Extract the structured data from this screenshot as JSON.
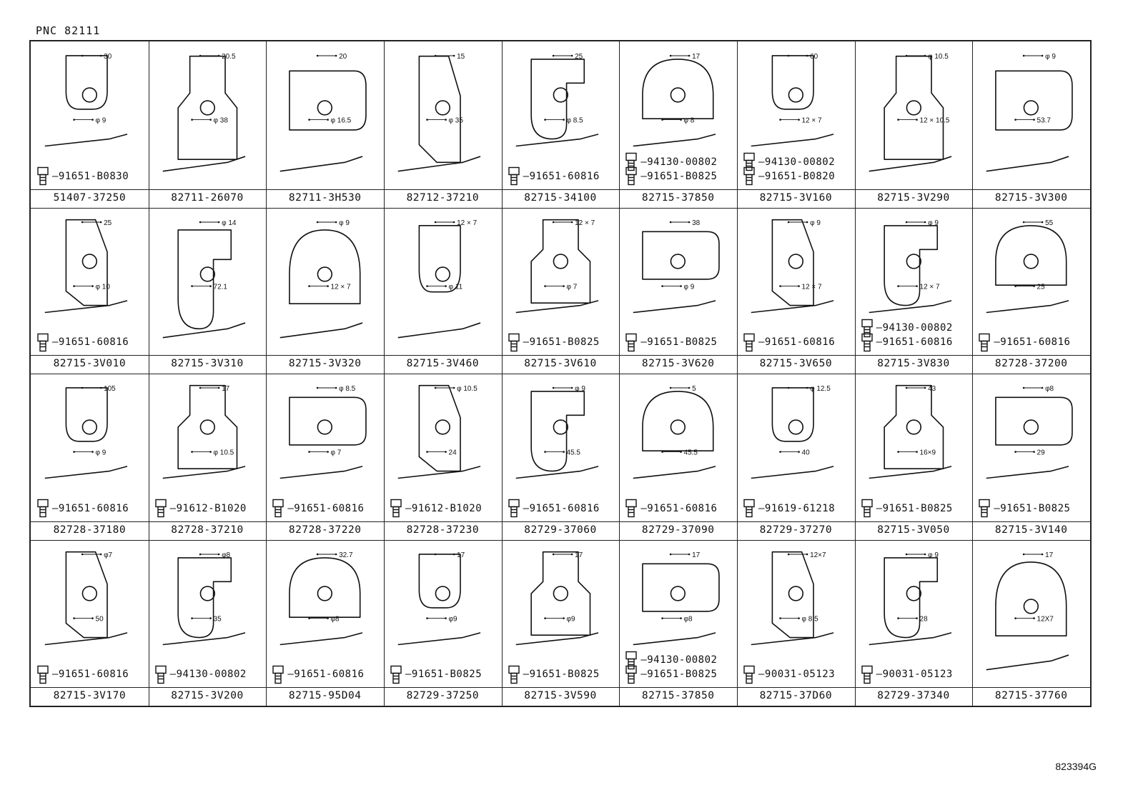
{
  "header": {
    "pnc": "PNC  82111"
  },
  "footer": {
    "code": "823394G"
  },
  "rows": [
    [
      {
        "part": "51407-37250",
        "bolts": [
          "91651-B0830"
        ],
        "dims": [
          "30",
          "φ 9"
        ]
      },
      {
        "part": "82711-26070",
        "bolts": [],
        "dims": [
          "20.5",
          "φ 38"
        ]
      },
      {
        "part": "82711-3H530",
        "bolts": [],
        "dims": [
          "20",
          "φ 16.5"
        ]
      },
      {
        "part": "82712-37210",
        "bolts": [],
        "dims": [
          "15",
          "φ 35"
        ]
      },
      {
        "part": "82715-34100",
        "bolts": [
          "91651-60816"
        ],
        "dims": [
          "25",
          "φ 8.5"
        ]
      },
      {
        "part": "82715-37850",
        "bolts": [
          "94130-00802",
          "91651-B0825"
        ],
        "dims": [
          "17",
          "φ 8"
        ]
      },
      {
        "part": "82715-3V160",
        "bolts": [
          "94130-00802",
          "91651-B0820"
        ],
        "dims": [
          "60",
          "12 × 7"
        ]
      },
      {
        "part": "82715-3V290",
        "bolts": [],
        "dims": [
          "φ 10.5",
          "12 × 10.5"
        ]
      },
      {
        "part": "82715-3V300",
        "bolts": [],
        "dims": [
          "φ 9",
          "53.7"
        ]
      }
    ],
    [
      {
        "part": "82715-3V010",
        "bolts": [
          "91651-60816"
        ],
        "dims": [
          "25",
          "φ 10"
        ]
      },
      {
        "part": "82715-3V310",
        "bolts": [],
        "dims": [
          "φ 14",
          "72.1"
        ]
      },
      {
        "part": "82715-3V320",
        "bolts": [],
        "dims": [
          "φ 9",
          "12 × 7"
        ]
      },
      {
        "part": "82715-3V460",
        "bolts": [],
        "dims": [
          "12 × 7",
          "φ 11"
        ]
      },
      {
        "part": "82715-3V610",
        "bolts": [
          "91651-B0825"
        ],
        "dims": [
          "12 × 7",
          "φ 7"
        ]
      },
      {
        "part": "82715-3V620",
        "bolts": [
          "91651-B0825"
        ],
        "dims": [
          "38",
          "φ 9"
        ]
      },
      {
        "part": "82715-3V650",
        "bolts": [
          "91651-60816"
        ],
        "dims": [
          "φ 9",
          "12 × 7"
        ]
      },
      {
        "part": "82715-3V830",
        "bolts": [
          "94130-00802",
          "91651-60816"
        ],
        "dims": [
          "φ 9",
          "12 × 7"
        ]
      },
      {
        "part": "82728-37200",
        "bolts": [
          "91651-60816"
        ],
        "dims": [
          "55",
          "25"
        ]
      }
    ],
    [
      {
        "part": "82728-37180",
        "bolts": [
          "91651-60816"
        ],
        "dims": [
          "105",
          "φ 9"
        ]
      },
      {
        "part": "82728-37210",
        "bolts": [
          "91612-B1020"
        ],
        "dims": [
          "17",
          "φ 10.5"
        ]
      },
      {
        "part": "82728-37220",
        "bolts": [
          "91651-60816"
        ],
        "dims": [
          "φ 8.5",
          "φ 7"
        ]
      },
      {
        "part": "82728-37230",
        "bolts": [
          "91612-B1020"
        ],
        "dims": [
          "φ 10.5",
          "24"
        ]
      },
      {
        "part": "82729-37060",
        "bolts": [
          "91651-60816"
        ],
        "dims": [
          "φ 9",
          "45.5"
        ]
      },
      {
        "part": "82729-37090",
        "bolts": [
          "91651-60816"
        ],
        "dims": [
          "5",
          "45.5"
        ]
      },
      {
        "part": "82729-37270",
        "bolts": [
          "91619-61218"
        ],
        "dims": [
          "φ 12.5",
          "40"
        ]
      },
      {
        "part": "82715-3V050",
        "bolts": [
          "91651-B0825"
        ],
        "dims": [
          "43",
          "16×9"
        ]
      },
      {
        "part": "82715-3V140",
        "bolts": [
          "91651-B0825"
        ],
        "dims": [
          "φ8",
          "29"
        ]
      }
    ],
    [
      {
        "part": "82715-3V170",
        "bolts": [
          "91651-60816"
        ],
        "dims": [
          "φ7",
          "50"
        ]
      },
      {
        "part": "82715-3V200",
        "bolts": [
          "94130-00802"
        ],
        "dims": [
          "φ8",
          "35"
        ]
      },
      {
        "part": "82715-95D04",
        "bolts": [
          "91651-60816"
        ],
        "dims": [
          "32.7",
          "φ8"
        ]
      },
      {
        "part": "82729-37250",
        "bolts": [
          "91651-B0825"
        ],
        "dims": [
          "17",
          "φ9"
        ]
      },
      {
        "part": "82715-3V590",
        "bolts": [
          "91651-B0825"
        ],
        "dims": [
          "17",
          "φ9"
        ]
      },
      {
        "part": "82715-37850",
        "bolts": [
          "94130-00802",
          "91651-B0825"
        ],
        "dims": [
          "17",
          "φ8"
        ]
      },
      {
        "part": "82715-37D60",
        "bolts": [
          "90031-05123"
        ],
        "dims": [
          "12×7",
          "φ 8.5"
        ]
      },
      {
        "part": "82729-37340",
        "bolts": [
          "90031-05123"
        ],
        "dims": [
          "φ 9",
          "28"
        ]
      },
      {
        "part": "82715-37760",
        "bolts": [],
        "dims": [
          "17",
          "12X7"
        ]
      }
    ]
  ]
}
